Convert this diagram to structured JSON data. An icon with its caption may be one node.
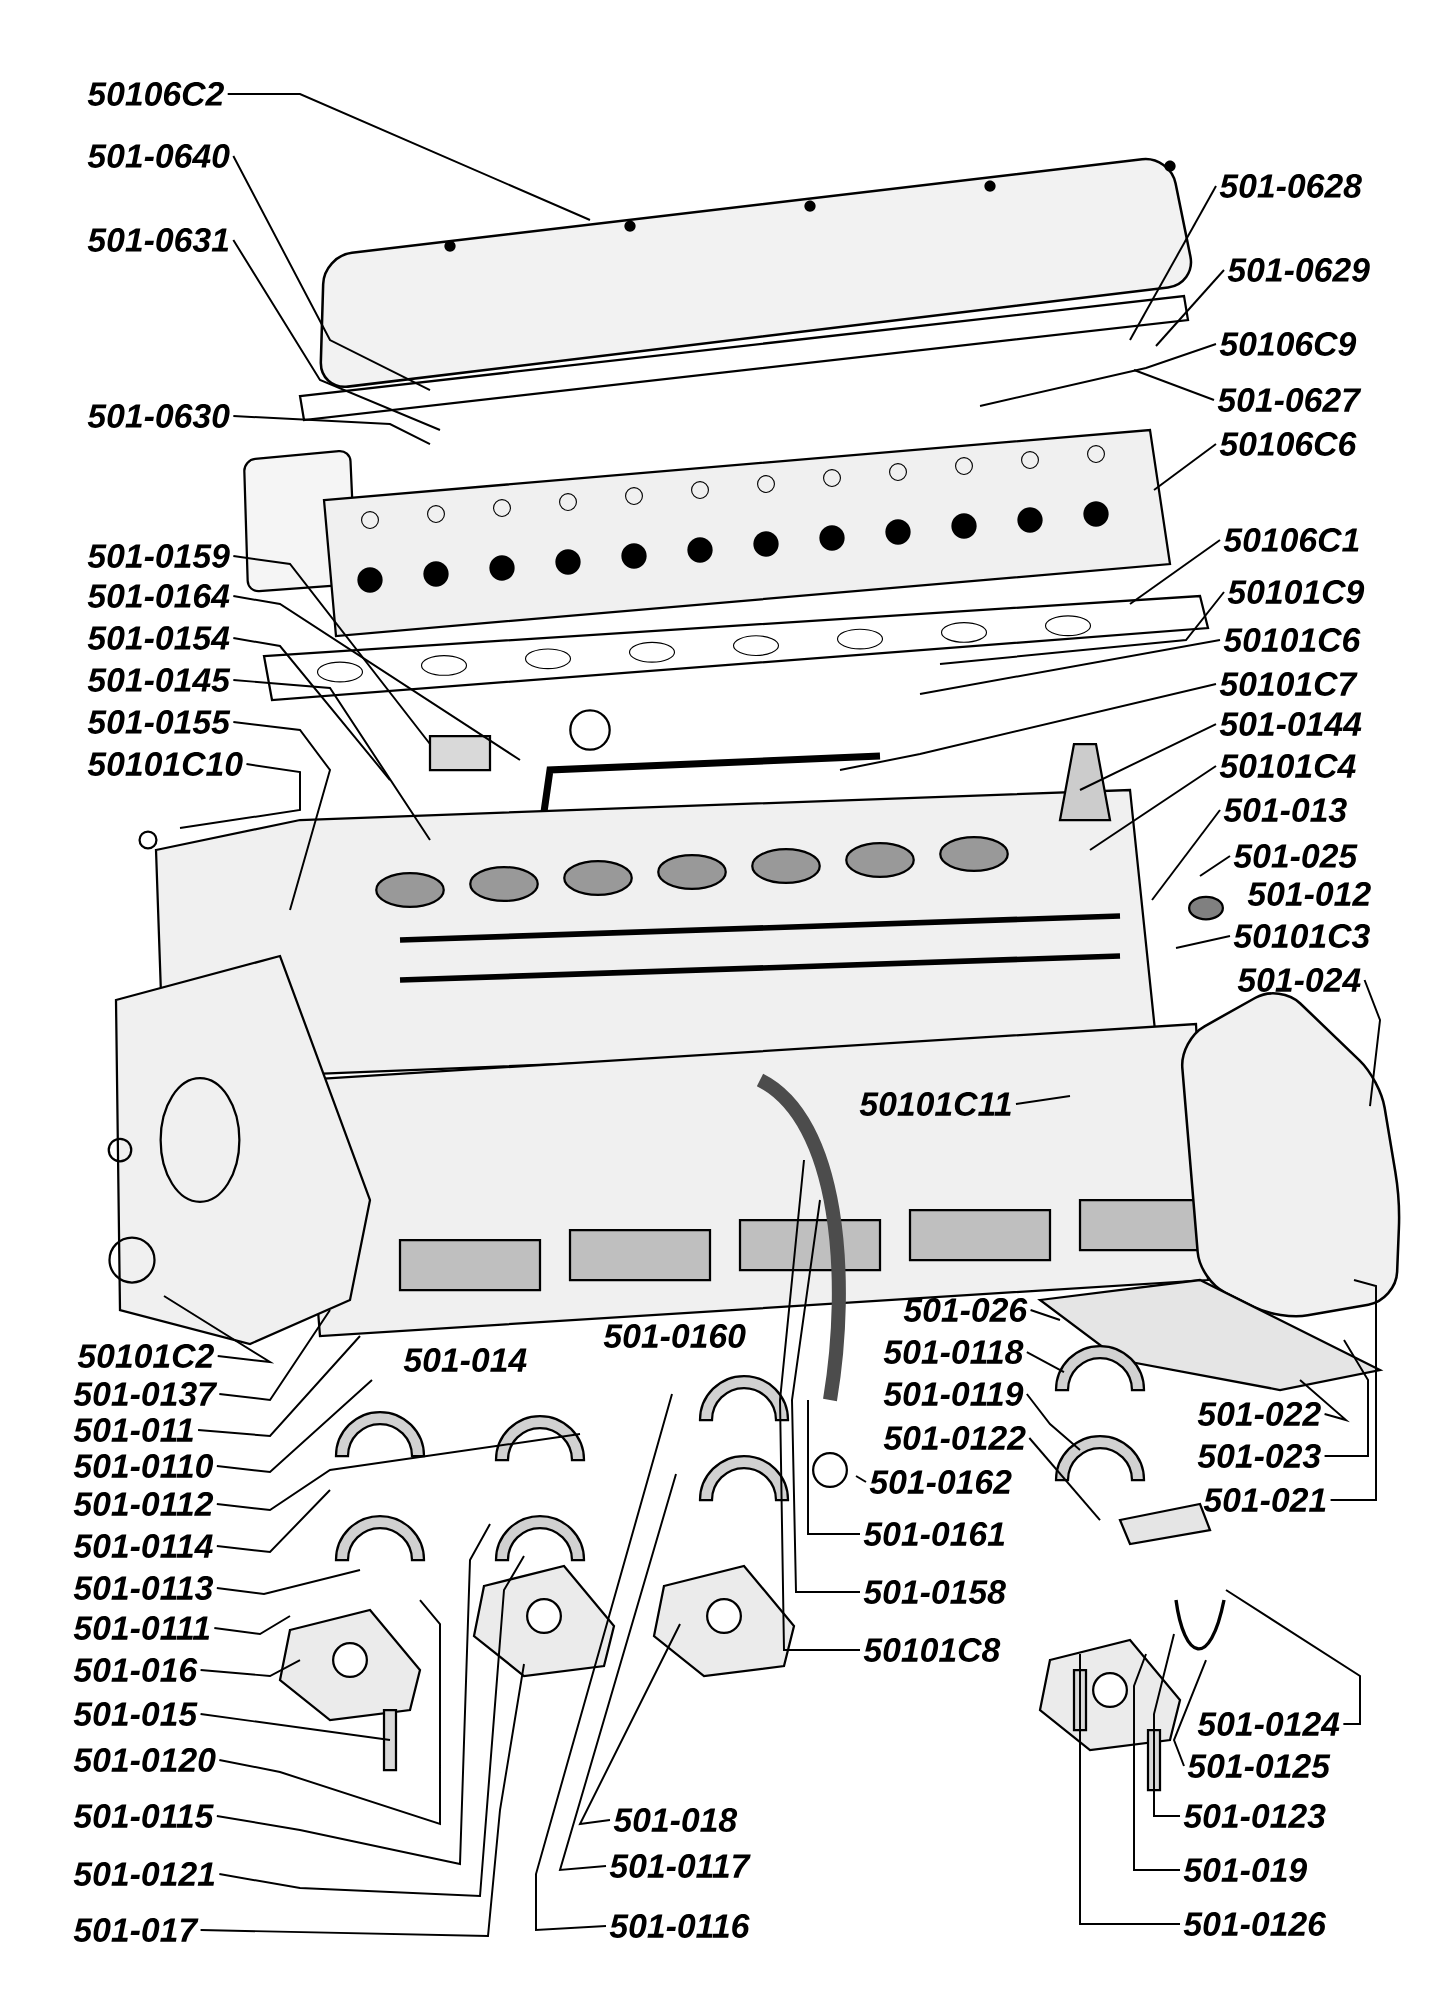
{
  "diagram": {
    "nodes": [
      {
        "text": [
          "50106С2"
        ]
      },
      {
        "text": [
          "501-0640"
        ]
      },
      {
        "text": [
          "501-0631"
        ]
      },
      {
        "text": [
          "501-0630"
        ]
      },
      {
        "text": [
          "501-0159"
        ]
      },
      {
        "text": [
          "501-0164"
        ]
      },
      {
        "text": [
          "501-0154"
        ]
      },
      {
        "text": [
          "501-0145"
        ]
      },
      {
        "text": [
          "501-0155"
        ]
      },
      {
        "text": [
          "50101С10"
        ]
      },
      {
        "text": [
          "50101С2"
        ]
      },
      {
        "text": [
          "501-0137"
        ]
      },
      {
        "text": [
          "501-011"
        ]
      },
      {
        "text": [
          "501-0110"
        ]
      },
      {
        "text": [
          "501-0112"
        ]
      },
      {
        "text": [
          "501-0114"
        ]
      },
      {
        "text": [
          "501-0113"
        ]
      },
      {
        "text": [
          "501-0111"
        ]
      },
      {
        "text": [
          "501-016"
        ]
      },
      {
        "text": [
          "501-015"
        ]
      },
      {
        "text": [
          "501-0120"
        ]
      },
      {
        "text": [
          "501-0115"
        ]
      },
      {
        "text": [
          "501-0121"
        ]
      },
      {
        "text": [
          "501-017"
        ]
      },
      {
        "text": [
          "501-018"
        ]
      },
      {
        "text": [
          "501-0117"
        ]
      },
      {
        "text": [
          "501-0116"
        ]
      },
      {
        "text": [
          "501-0162"
        ]
      },
      {
        "text": [
          "501-0161"
        ]
      },
      {
        "text": [
          "501-0158"
        ]
      },
      {
        "text": [
          "50101С8"
        ]
      },
      {
        "text": [
          "501-0628"
        ]
      },
      {
        "text": [
          "501-0629"
        ]
      },
      {
        "text": [
          "50106С9"
        ]
      },
      {
        "text": [
          "501-0627"
        ]
      },
      {
        "text": [
          "50106С6"
        ]
      },
      {
        "text": [
          "50106С1"
        ]
      },
      {
        "text": [
          "50101С9"
        ]
      },
      {
        "text": [
          "50101С6"
        ]
      },
      {
        "text": [
          "50101С7"
        ]
      },
      {
        "text": [
          "501-0144"
        ]
      },
      {
        "text": [
          "50101С4"
        ]
      },
      {
        "text": [
          "501-013"
        ]
      },
      {
        "text": [
          "501-025"
        ]
      },
      {
        "text": [
          "50101С3"
        ]
      },
      {
        "text": [
          "501-024"
        ]
      },
      {
        "text": [
          "50101С11"
        ]
      },
      {
        "text": [
          "501-026"
        ]
      },
      {
        "text": [
          "501-0118"
        ]
      },
      {
        "text": [
          "501-0119"
        ]
      },
      {
        "text": [
          "501-0122"
        ]
      },
      {
        "text": [
          "501-022"
        ]
      },
      {
        "text": [
          "501-023"
        ]
      },
      {
        "text": [
          "501-021"
        ]
      },
      {
        "text": [
          "501-0124"
        ]
      },
      {
        "text": [
          "501-0125"
        ]
      },
      {
        "text": [
          "501-0123"
        ]
      },
      {
        "text": [
          "501-019"
        ]
      },
      {
        "text": [
          "501-0126"
        ]
      }
    ],
    "edges": [
      {
        "from": 0,
        "to": null,
        "arrow": "none"
      },
      {
        "from": 1,
        "to": null,
        "arrow": "none"
      },
      {
        "from": 2,
        "to": null,
        "arrow": "none"
      },
      {
        "from": 3,
        "to": null,
        "arrow": "none"
      },
      {
        "from": 4,
        "to": null,
        "arrow": "none"
      },
      {
        "from": 5,
        "to": null,
        "arrow": "none"
      },
      {
        "from": 6,
        "to": null,
        "arrow": "none"
      },
      {
        "from": 7,
        "to": null,
        "arrow": "none"
      },
      {
        "from": 8,
        "to": null,
        "arrow": "none"
      },
      {
        "from": 9,
        "to": null,
        "arrow": "none"
      },
      {
        "from": 10,
        "to": null,
        "arrow": "none"
      },
      {
        "from": 11,
        "to": null,
        "arrow": "none"
      },
      {
        "from": 12,
        "to": null,
        "arrow": "none"
      },
      {
        "from": 13,
        "to": null,
        "arrow": "none"
      },
      {
        "from": 14,
        "to": null,
        "arrow": "none"
      },
      {
        "from": 15,
        "to": null,
        "arrow": "none"
      },
      {
        "from": 16,
        "to": null,
        "arrow": "none"
      },
      {
        "from": 17,
        "to": null,
        "arrow": "none"
      },
      {
        "from": 18,
        "to": null,
        "arrow": "none"
      },
      {
        "from": 19,
        "to": null,
        "arrow": "none"
      },
      {
        "from": 20,
        "to": null,
        "arrow": "none"
      },
      {
        "from": 21,
        "to": null,
        "arrow": "none"
      },
      {
        "from": 22,
        "to": null,
        "arrow": "none"
      },
      {
        "from": 23,
        "to": null,
        "arrow": "none"
      },
      {
        "from": 24,
        "to": null,
        "arrow": "none"
      },
      {
        "from": 25,
        "to": null,
        "arrow": "none"
      },
      {
        "from": 26,
        "to": null,
        "arrow": "none"
      },
      {
        "from": 27,
        "to": null,
        "arrow": "none"
      },
      {
        "from": 28,
        "to": null,
        "arrow": "none"
      },
      {
        "from": 29,
        "to": null,
        "arrow": "none"
      },
      {
        "from": 30,
        "to": null,
        "arrow": "none"
      },
      {
        "from": 31,
        "to": null,
        "arrow": "none"
      },
      {
        "from": 32,
        "to": null,
        "arrow": "none"
      },
      {
        "from": 33,
        "to": null,
        "arrow": "none"
      },
      {
        "from": 34,
        "to": null,
        "arrow": "none"
      },
      {
        "from": 35,
        "to": null,
        "arrow": "none"
      },
      {
        "from": 36,
        "to": null,
        "arrow": "none"
      },
      {
        "from": 37,
        "to": null,
        "arrow": "none"
      },
      {
        "from": 38,
        "to": null,
        "arrow": "none"
      },
      {
        "from": 39,
        "to": null,
        "arrow": "none"
      },
      {
        "from": 40,
        "to": null,
        "arrow": "none"
      },
      {
        "from": 41,
        "to": null,
        "arrow": "none"
      },
      {
        "from": 42,
        "to": null,
        "arrow": "none"
      },
      {
        "from": 43,
        "to": null,
        "arrow": "none"
      },
      {
        "from": 44,
        "to": null,
        "arrow": "none"
      },
      {
        "from": 45,
        "to": null,
        "arrow": "none"
      },
      {
        "from": 46,
        "to": null,
        "arrow": "none"
      },
      {
        "from": 47,
        "to": null,
        "arrow": "none"
      },
      {
        "from": 48,
        "to": null,
        "arrow": "none"
      },
      {
        "from": 49,
        "to": null,
        "arrow": "none"
      },
      {
        "from": 50,
        "to": null,
        "arrow": "none"
      },
      {
        "from": 51,
        "to": null,
        "arrow": "none"
      },
      {
        "from": 52,
        "to": null,
        "arrow": "none"
      },
      {
        "from": 53,
        "to": null,
        "arrow": "none"
      },
      {
        "from": 54,
        "to": null,
        "arrow": "none"
      },
      {
        "from": 55,
        "to": null,
        "arrow": "none"
      },
      {
        "from": 56,
        "to": null,
        "arrow": "none"
      },
      {
        "from": 57,
        "to": null,
        "arrow": "none"
      },
      {
        "from": 58,
        "to": null,
        "arrow": "none"
      }
    ],
    "labels": [
      "501-012",
      "501-014",
      "501-0160"
    ]
  }
}
